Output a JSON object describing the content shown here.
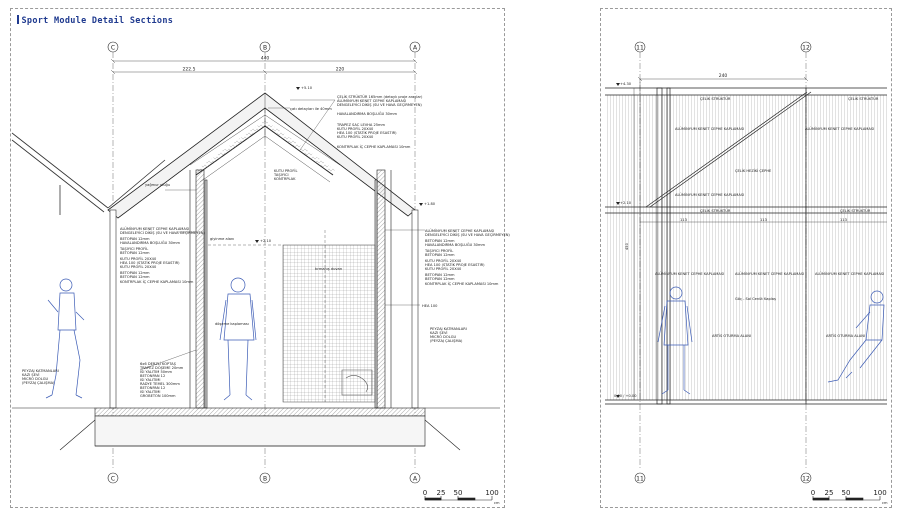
{
  "title": "Sport Module Detail Sections",
  "left_section": {
    "grid_labels": [
      "C",
      "B",
      "A"
    ],
    "dimensions": {
      "overall": "440",
      "left_span": "222.5",
      "right_span": "220"
    },
    "levels": {
      "top": "+5.10",
      "eave": "+1.80",
      "mid": "+2.10",
      "base": "0.00"
    },
    "notes_roof": [
      "ÇELİK STRÜKTÜR 165mm (detaylı proje araçlar)",
      "ALÜMİNYUM KENET CEPHE KAPLAMASI",
      "DENGELEYİCİ DİKİŞ (SU VE HAVA GEÇİRMEYEN)",
      "HAVALANDIRMA BOŞLUĞU 30mm",
      "TRAPEZ SAC LEVHA 25mm",
      "KUTU PROFİL 20X40",
      "HEA 100 (STATİK PROJE ESASTIR)",
      "KUTU PROFİL 20X40",
      "KONTRPLAK İÇ CEPHE KAPLAMASI 10mm"
    ],
    "notes_wall": [
      "ALÜMİNYUM KENET CEPHE KAPLAMASI",
      "DENGELEYİCİ DİKİŞ (SU VE HAVA GEÇİRMEYEN)",
      "BETOPAN 12mm",
      "HAVALANDIRMA BOŞLUĞU 30mm",
      "TAŞIYICI PROFİL",
      "BETOPAN 12mm",
      "KUTU PROFİL 20X40",
      "HEA 100 (STATİK PROJE ESASTIR)",
      "KUTU PROFİL 20X40",
      "BETOPAN 12mm",
      "BETOPAN 12mm",
      "KONTRPLAK İÇ CEPHE KAPLAMASI 10mm"
    ],
    "notes_floor": [
      "6x6 DERZLİ KOPTAŞ",
      "TRAPEZ DÖŞEME 20mm",
      "ISI YALITIM 50mm",
      "BETONPAN 12",
      "ISI YALITIMI",
      "RADYE TEMEL 300mm",
      "BETONPAN 12",
      "ISI YALITIMI",
      "GROBETON 100mm"
    ],
    "notes_path": [
      "PEYZAJ KATMANLARI",
      "KAZI ŞEVİ",
      "MICRO DOLGU",
      "(PEYZAJ ÇALIŞMA)"
    ],
    "notes_misc": [
      "çatı detayları ile 40mm",
      "KUTU PROFİL",
      "TAŞIYICI",
      "KONTRPLAK",
      "tırmanış duvarı",
      "giyinme alanı",
      "döşeme kaplaması",
      "yağmur oluğu",
      "HEA 100"
    ]
  },
  "right_section": {
    "grid_labels": [
      "11",
      "12"
    ],
    "dimensions": {
      "width": "240",
      "spans": [
        "113",
        "113",
        "113"
      ],
      "height": "450"
    },
    "levels": {
      "top": "+4.30",
      "mid": "+2.10",
      "base": "0.00 / +0.00"
    },
    "notes": [
      "ÇELİK STRÜKTÜR",
      "ÇELİK STRÜKTÜR",
      "ÇELİK HEZİKİ ÇEPHE",
      "ÇELİK STRÜKTÜR",
      "ÇELİK STRÜKTÜR",
      "ALÜMİNYUM KENET CEPHE KAPLAMASI",
      "ALÜMİNYUM KENET CEPHE KAPLAMASI",
      "ALÜMİNYUM KENET CEPHE KAPLAMASI",
      "ALÜMİNYUM KENET CEPHE KAPLAMASI",
      "ALÜMİNYUM KENET CEPHE KAPLAMASI",
      "ALÜMİNYUM KENET CEPHE KAPLAMASI",
      "Göç - Sol Cenüt Kaplaş",
      "ARTİS OTURMA ALANI",
      "ARTİS OTURMA ALANI"
    ]
  },
  "scale_bar": {
    "ticks": [
      "0",
      "25",
      "50",
      "100"
    ],
    "unit": "cm"
  },
  "colors": {
    "ink": "#1c1c1c",
    "figure": "#3b5bb5",
    "title": "#1f3a8f",
    "sheet_border": "#9a9a9a"
  }
}
